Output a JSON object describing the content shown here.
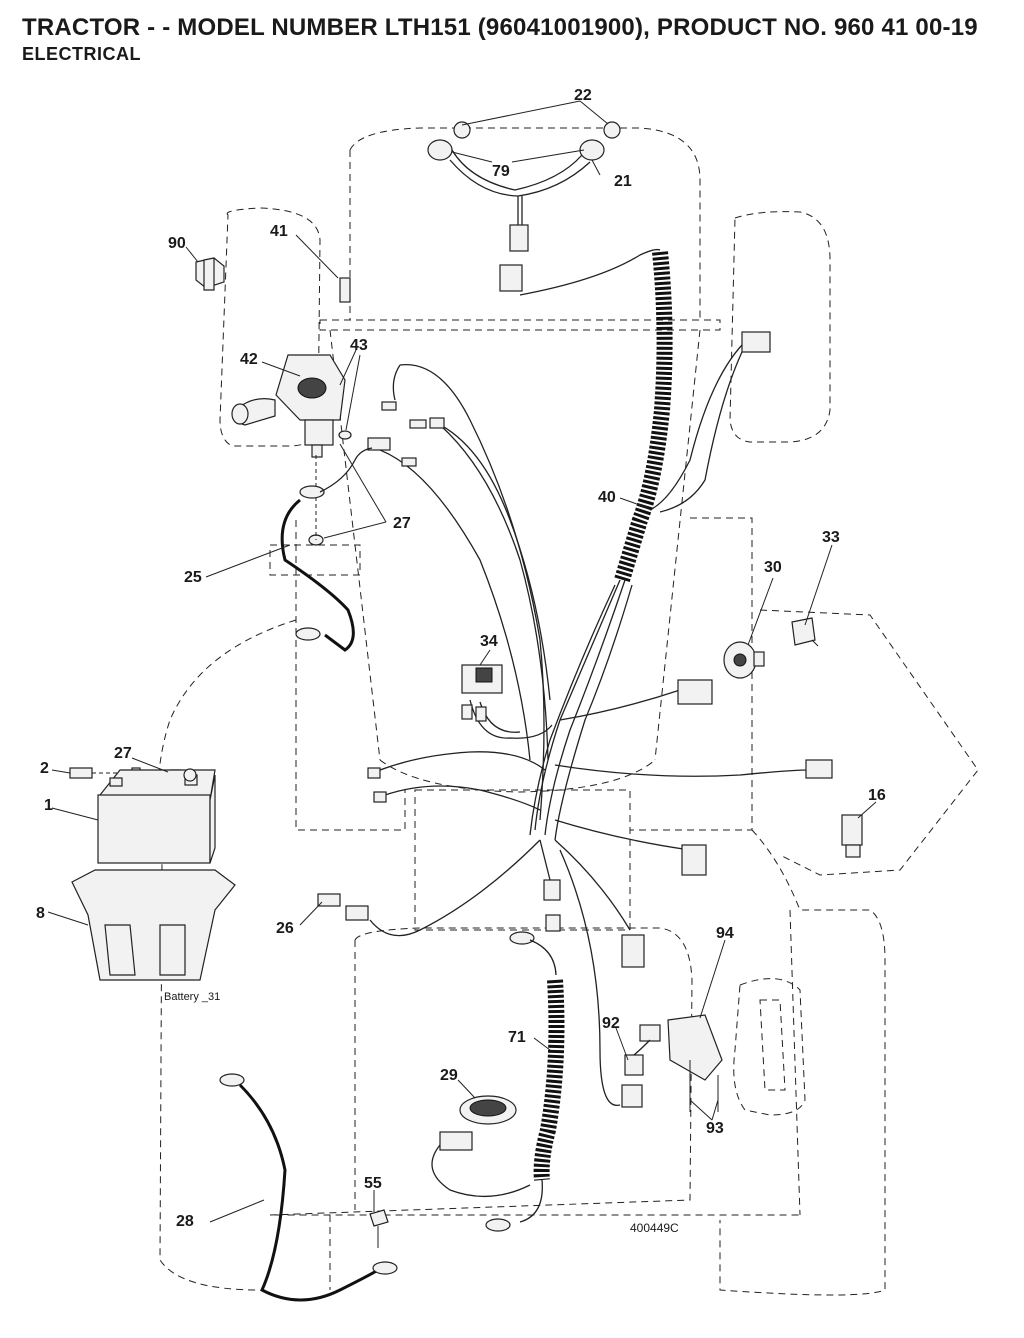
{
  "header": {
    "title": "TRACTOR - - MODEL NUMBER LTH151 (96041001900), PRODUCT NO. 960 41 00-19",
    "subtitle": "ELECTRICAL"
  },
  "callouts": {
    "c22": "22",
    "c79": "79",
    "c21": "21",
    "c90": "90",
    "c41": "41",
    "c42": "42",
    "c43": "43",
    "c40": "40",
    "c27a": "27",
    "c25": "25",
    "c33": "33",
    "c30": "30",
    "c34": "34",
    "c27b": "27",
    "c2": "2",
    "c1": "1",
    "c16": "16",
    "c8": "8",
    "c26": "26",
    "c94": "94",
    "c92": "92",
    "c71": "71",
    "c29": "29",
    "c93": "93",
    "c55": "55",
    "c28": "28"
  },
  "battery_label": "Battery _31",
  "drawing_number": "400449C"
}
